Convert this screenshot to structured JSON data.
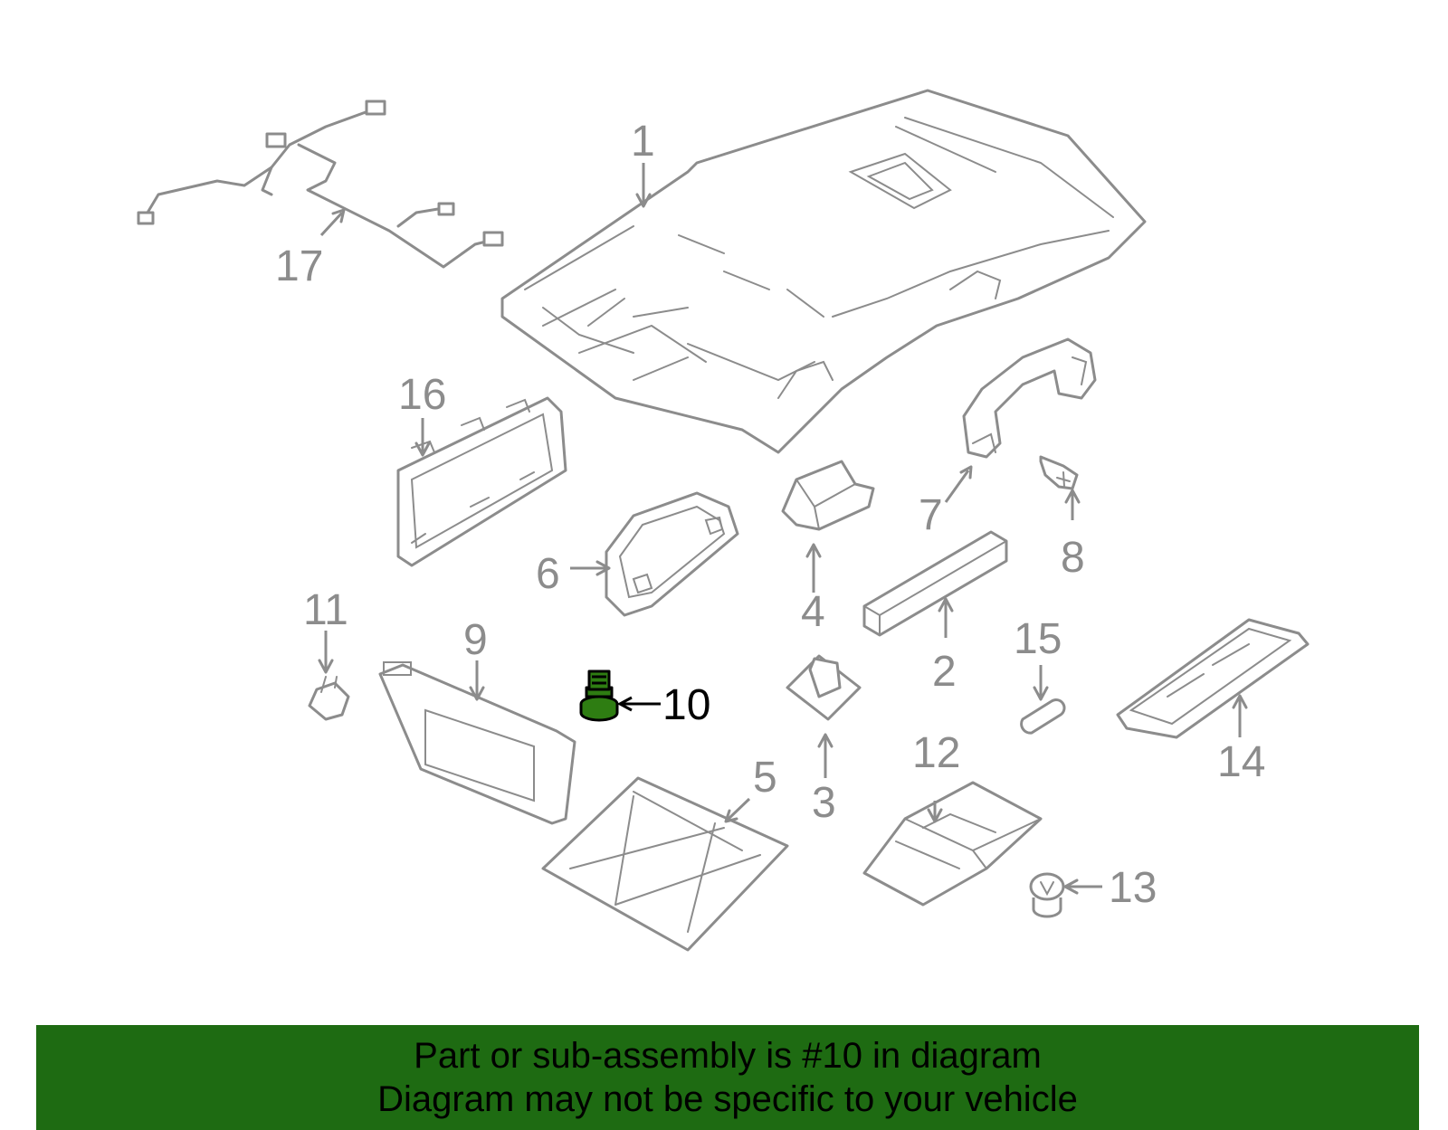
{
  "callouts": {
    "p1": "1",
    "p2": "2",
    "p3": "3",
    "p4": "4",
    "p5": "5",
    "p6": "6",
    "p7": "7",
    "p8": "8",
    "p9": "9",
    "p10": "10",
    "p11": "11",
    "p12": "12",
    "p13": "13",
    "p14": "14",
    "p15": "15",
    "p16": "16",
    "p17": "17"
  },
  "highlight": {
    "part_number": "10",
    "color": "#2e7d12"
  },
  "colors": {
    "line_art": "#8c8c8c",
    "banner": "#1e6b12",
    "text_dark": "#000000"
  },
  "banner": {
    "line1": "Part or sub-assembly is #10 in diagram",
    "line2": "Diagram may not be specific to your vehicle"
  }
}
